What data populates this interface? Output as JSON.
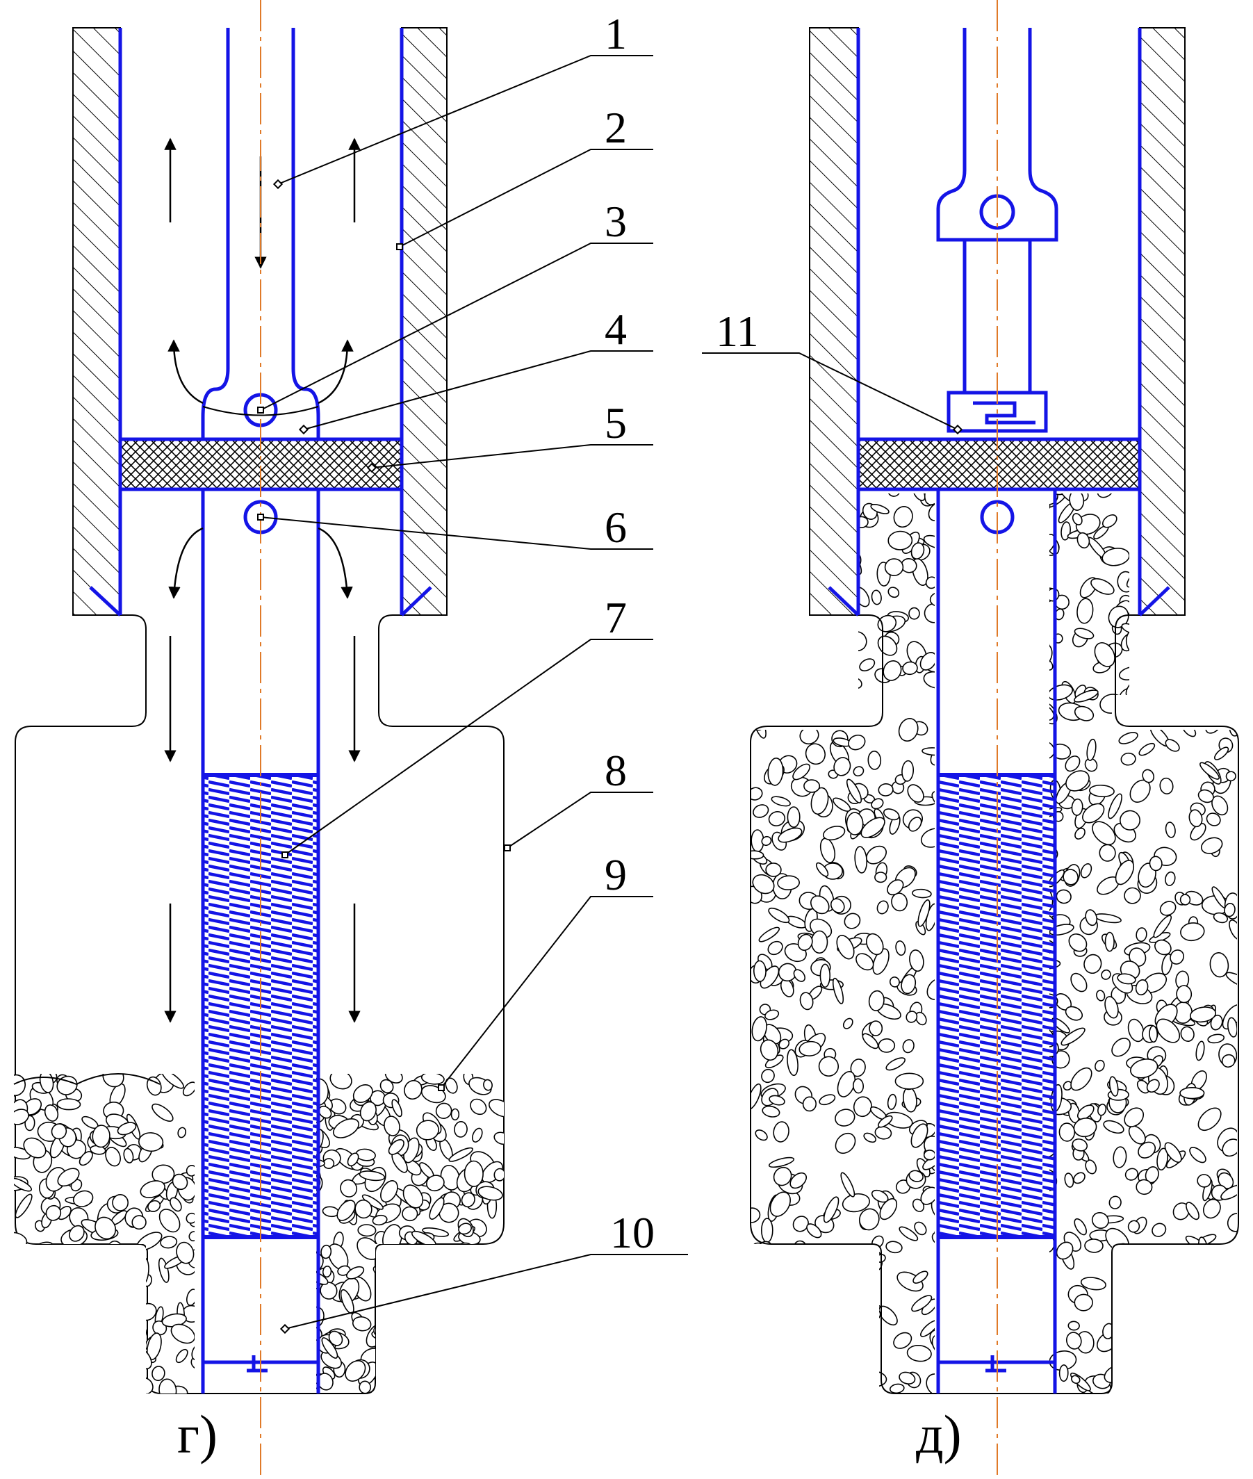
{
  "labels": [
    {
      "id": "1",
      "text": "1"
    },
    {
      "id": "2",
      "text": "2"
    },
    {
      "id": "3",
      "text": "3"
    },
    {
      "id": "4",
      "text": "4"
    },
    {
      "id": "5",
      "text": "5"
    },
    {
      "id": "6",
      "text": "6"
    },
    {
      "id": "7",
      "text": "7"
    },
    {
      "id": "8",
      "text": "8"
    },
    {
      "id": "9",
      "text": "9"
    },
    {
      "id": "10",
      "text": "10"
    },
    {
      "id": "11",
      "text": "11"
    }
  ],
  "captions": {
    "left": "г)",
    "right": "д)"
  },
  "colors": {
    "pipe": "#1414e6",
    "axis": "#e07a28",
    "ink": "#000000",
    "screen": "#1414e6"
  }
}
